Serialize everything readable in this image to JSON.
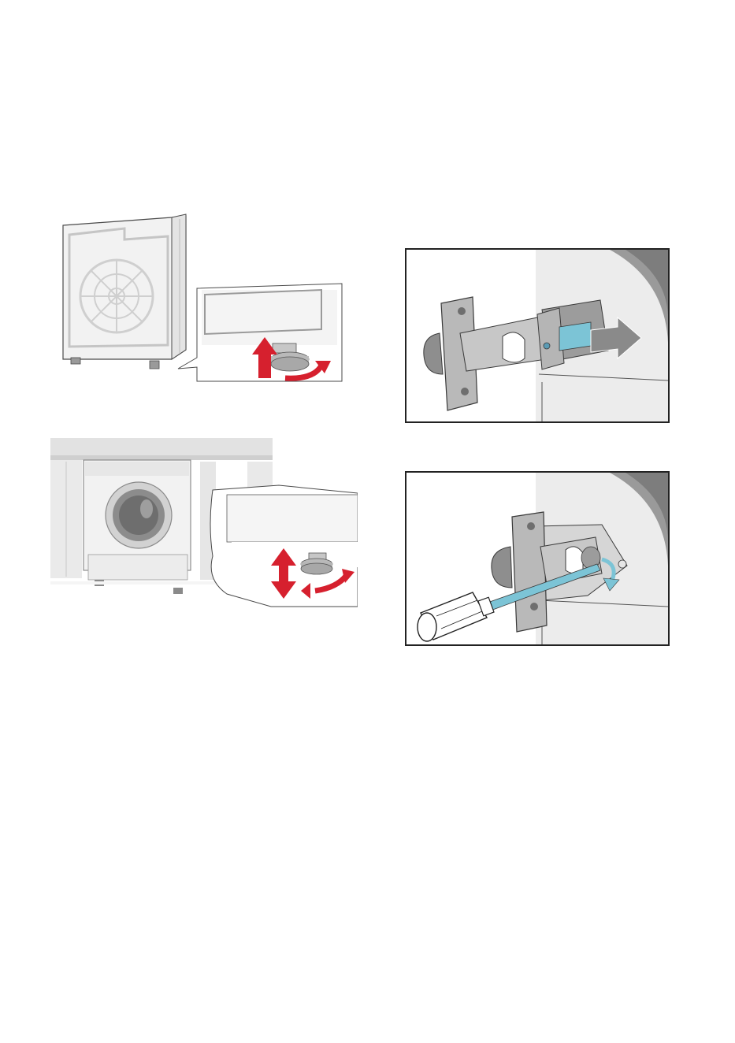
{
  "page": {
    "background": "#ffffff"
  },
  "figures": [
    {
      "id": "fig-1",
      "icon": "washer-rear-foot-adjust-illustration"
    },
    {
      "id": "fig-2",
      "icon": "washer-installed-foot-adjust-illustration"
    },
    {
      "id": "fig-3",
      "icon": "door-hinge-removal-illustration"
    },
    {
      "id": "fig-4",
      "icon": "door-hinge-screwdriver-illustration"
    }
  ],
  "colors": {
    "arrow_red": "#d6202e",
    "arrow_blue": "#7cc4d6",
    "metal": "#b9b9b9",
    "metal_dark": "#8e8e8e",
    "panel": "#ebebeb",
    "outline": "#3a3a3a"
  }
}
